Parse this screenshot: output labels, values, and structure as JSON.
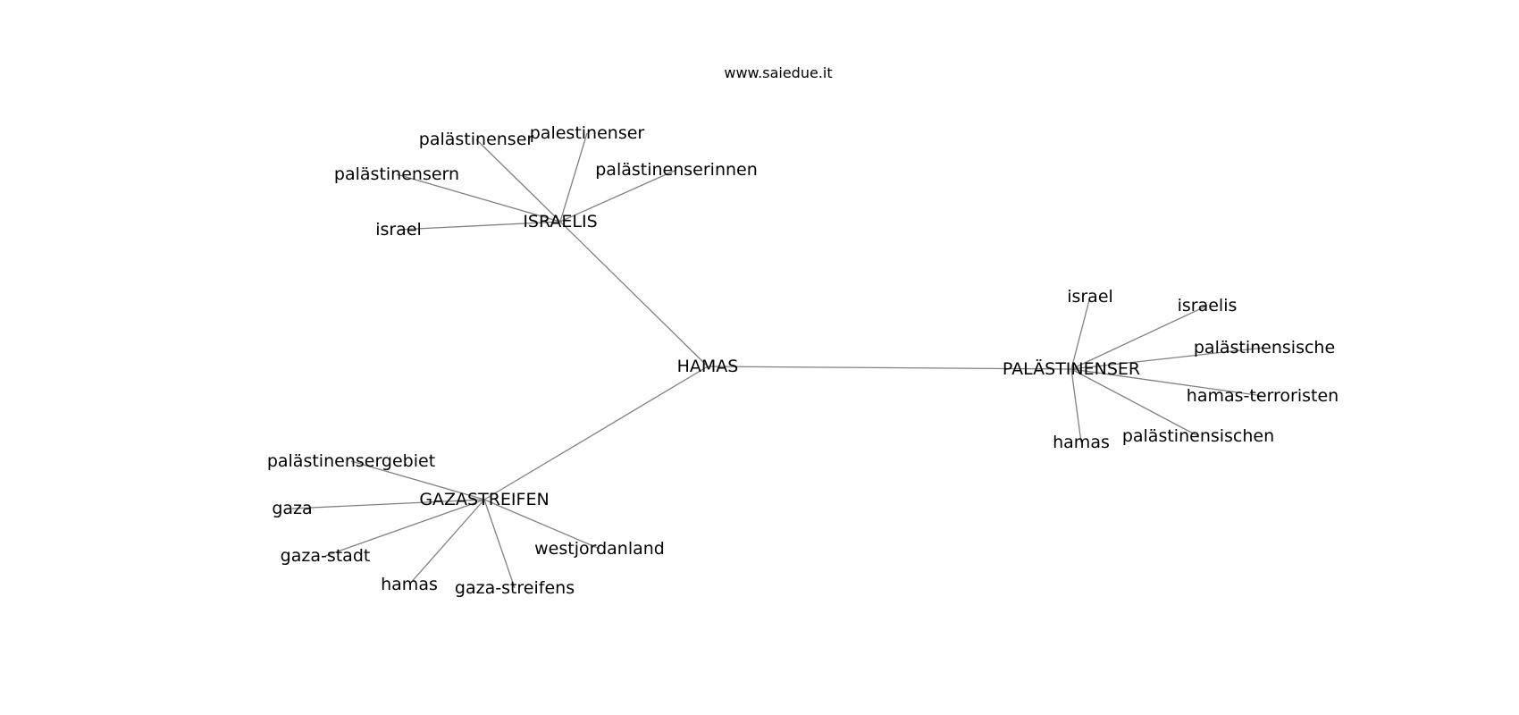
{
  "caption": "www.saiedue.it",
  "nodes": [
    {
      "id": "hamas_c",
      "label": "HAMAS"
    },
    {
      "id": "israelis_c",
      "label": "ISRAELIS"
    },
    {
      "id": "gaza_c",
      "label": "GAZASTREIFEN"
    },
    {
      "id": "pal_c",
      "label": "PALÄSTINENSER"
    },
    {
      "id": "i1",
      "label": "palästinenser"
    },
    {
      "id": "i2",
      "label": "palestinenser"
    },
    {
      "id": "i3",
      "label": "palästinenserinnen"
    },
    {
      "id": "i4",
      "label": "palästinensern"
    },
    {
      "id": "i5",
      "label": "israel"
    },
    {
      "id": "g1",
      "label": "palästinensergebiet"
    },
    {
      "id": "g2",
      "label": "gaza"
    },
    {
      "id": "g3",
      "label": "gaza-stadt"
    },
    {
      "id": "g4",
      "label": "hamas"
    },
    {
      "id": "g5",
      "label": "gaza-streifens"
    },
    {
      "id": "g6",
      "label": "westjordanland"
    },
    {
      "id": "p1",
      "label": "israel"
    },
    {
      "id": "p2",
      "label": "israelis"
    },
    {
      "id": "p3",
      "label": "palästinensische"
    },
    {
      "id": "p4",
      "label": "hamas-terroristen"
    },
    {
      "id": "p5",
      "label": "palästinensischen"
    },
    {
      "id": "p6",
      "label": "hamas"
    }
  ],
  "edges": [
    [
      "hamas_c",
      "israelis_c"
    ],
    [
      "hamas_c",
      "gaza_c"
    ],
    [
      "hamas_c",
      "pal_c"
    ],
    [
      "israelis_c",
      "i1"
    ],
    [
      "israelis_c",
      "i2"
    ],
    [
      "israelis_c",
      "i3"
    ],
    [
      "israelis_c",
      "i4"
    ],
    [
      "israelis_c",
      "i5"
    ],
    [
      "gaza_c",
      "g1"
    ],
    [
      "gaza_c",
      "g2"
    ],
    [
      "gaza_c",
      "g3"
    ],
    [
      "gaza_c",
      "g4"
    ],
    [
      "gaza_c",
      "g5"
    ],
    [
      "gaza_c",
      "g6"
    ],
    [
      "pal_c",
      "p1"
    ],
    [
      "pal_c",
      "p2"
    ],
    [
      "pal_c",
      "p3"
    ],
    [
      "pal_c",
      "p4"
    ],
    [
      "pal_c",
      "p5"
    ],
    [
      "pal_c",
      "p6"
    ]
  ]
}
